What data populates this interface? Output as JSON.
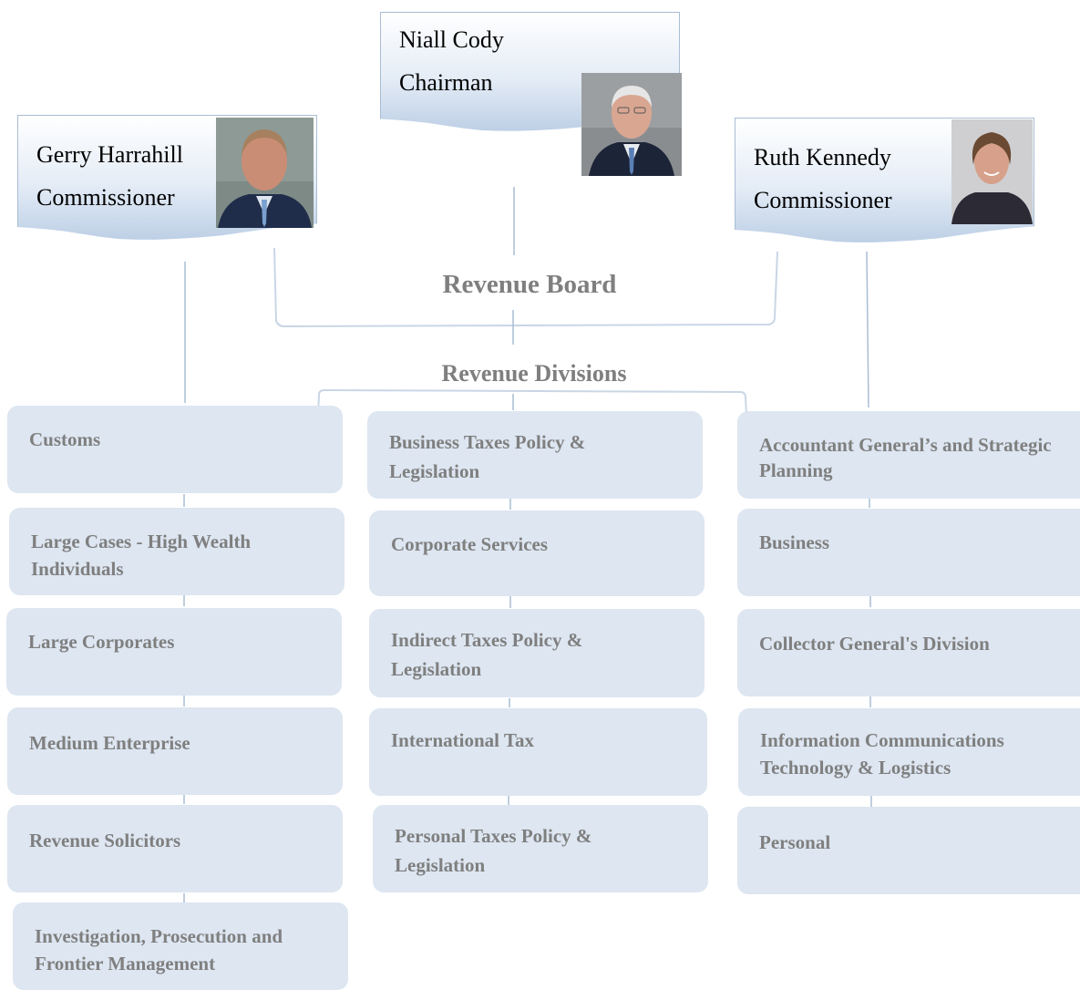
{
  "board": {
    "heading": "Revenue Board",
    "members": [
      {
        "name": "Niall Cody",
        "role": "Chairman"
      },
      {
        "name": "Gerry Harrahill",
        "role": "Commissioner"
      },
      {
        "name": "Ruth Kennedy",
        "role": "Commissioner"
      }
    ]
  },
  "divisions": {
    "heading": "Revenue Divisions",
    "left": [
      "Customs",
      "Large Cases - High Wealth Individuals",
      "Large Corporates",
      "Medium Enterprise",
      "Revenue Solicitors",
      "Investigation, Prosecution and Frontier Management"
    ],
    "center": [
      "Business Taxes Policy & Legislation",
      "Corporate Services",
      "Indirect Taxes Policy & Legislation",
      "International Tax",
      "Personal Taxes Policy & Legislation"
    ],
    "right": [
      "Accountant General’s and Strategic Planning",
      "Business",
      "Collector General's Division",
      "Information Communications Technology & Logistics",
      "Personal"
    ]
  },
  "colors": {
    "box_fill": "#dde6f1",
    "box_text": "#7f7f7f",
    "connector": "#a9bdd3"
  }
}
